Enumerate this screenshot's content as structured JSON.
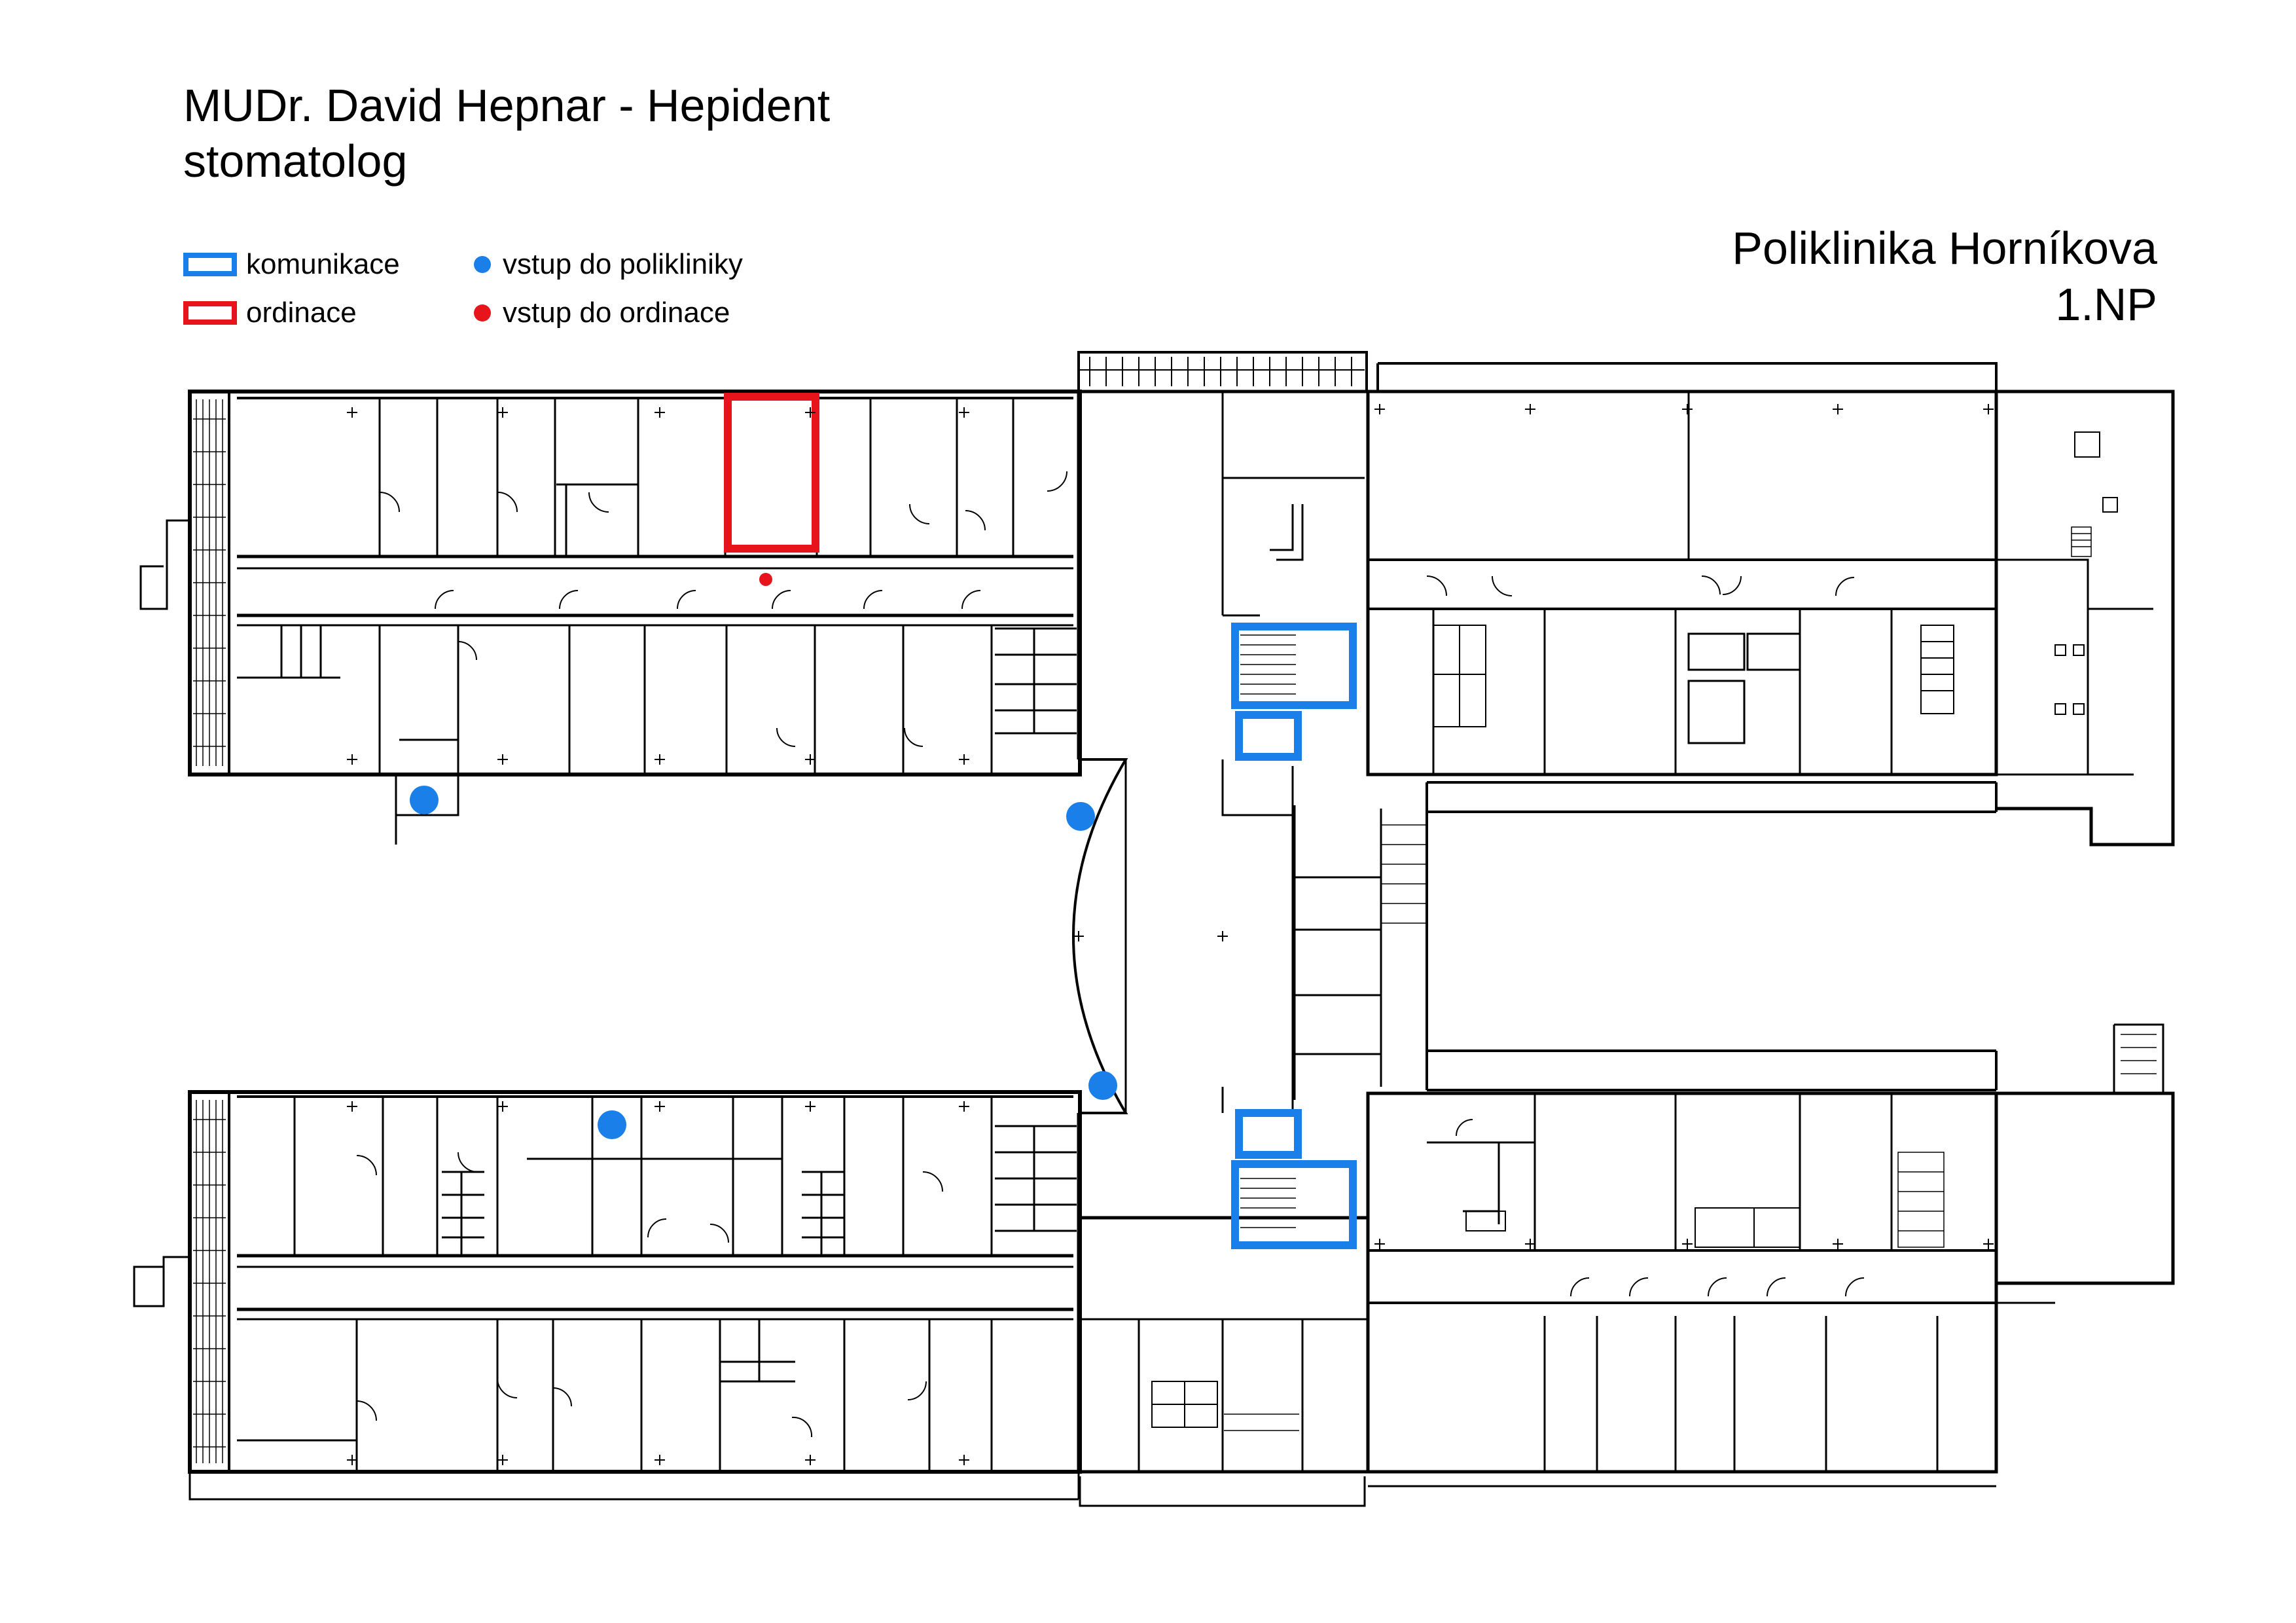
{
  "header": {
    "title": "MUDr. David Hepnar - Hepident",
    "subtitle": "stomatolog",
    "building": "Poliklinika Horníkova",
    "floor": "1.NP"
  },
  "legend": {
    "communication_label": "komunikace",
    "office_label": "ordinace",
    "clinic_entrance_label": "vstup do polikliniky",
    "office_entrance_label": "vstup do ordinace"
  },
  "colors": {
    "communication": "#1a7fe8",
    "office": "#e8141c",
    "walls": "#000000"
  },
  "icons": {
    "clinic_entrance": "blue-dot",
    "office_entrance": "red-dot"
  }
}
